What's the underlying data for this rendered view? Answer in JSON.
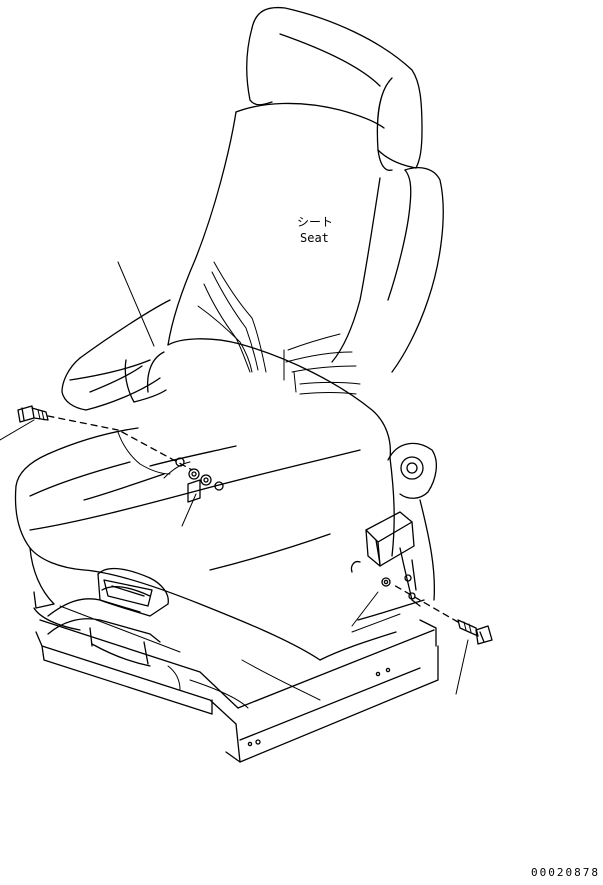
{
  "labels": {
    "seat_jp": "シート",
    "seat_en": "Seat",
    "drawing_number": "00020878"
  },
  "colors": {
    "ink": "#000000",
    "paper": "#ffffff"
  }
}
